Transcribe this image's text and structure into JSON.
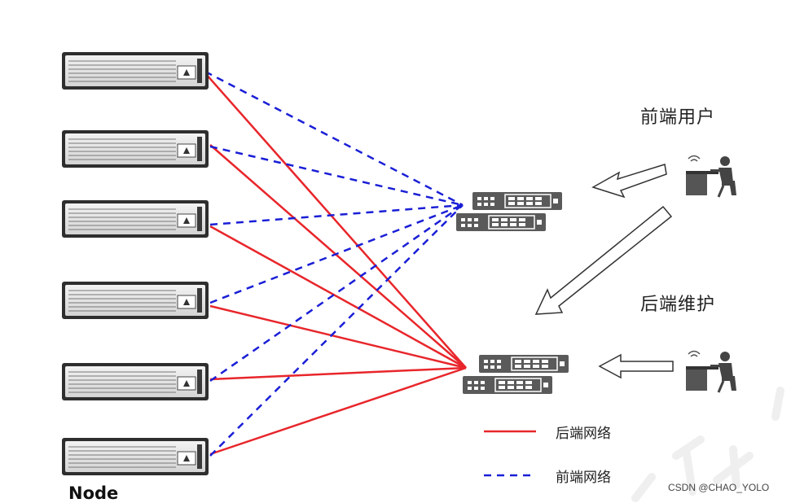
{
  "labels": {
    "frontend_user": "前端用户",
    "backend_maintenance": "后端维护",
    "node": "Node"
  },
  "legend": {
    "backend_network": "后端网络",
    "frontend_network": "前端网络"
  },
  "watermark": "CSDN @CHAO_YOLO",
  "colors": {
    "backend_line": "#e8262b",
    "frontend_line": "#1a1fd6",
    "device": "#5a5a5a"
  },
  "icons": [
    "server-icon",
    "switch-icon",
    "user-at-desk-icon",
    "arrow-icon"
  ]
}
